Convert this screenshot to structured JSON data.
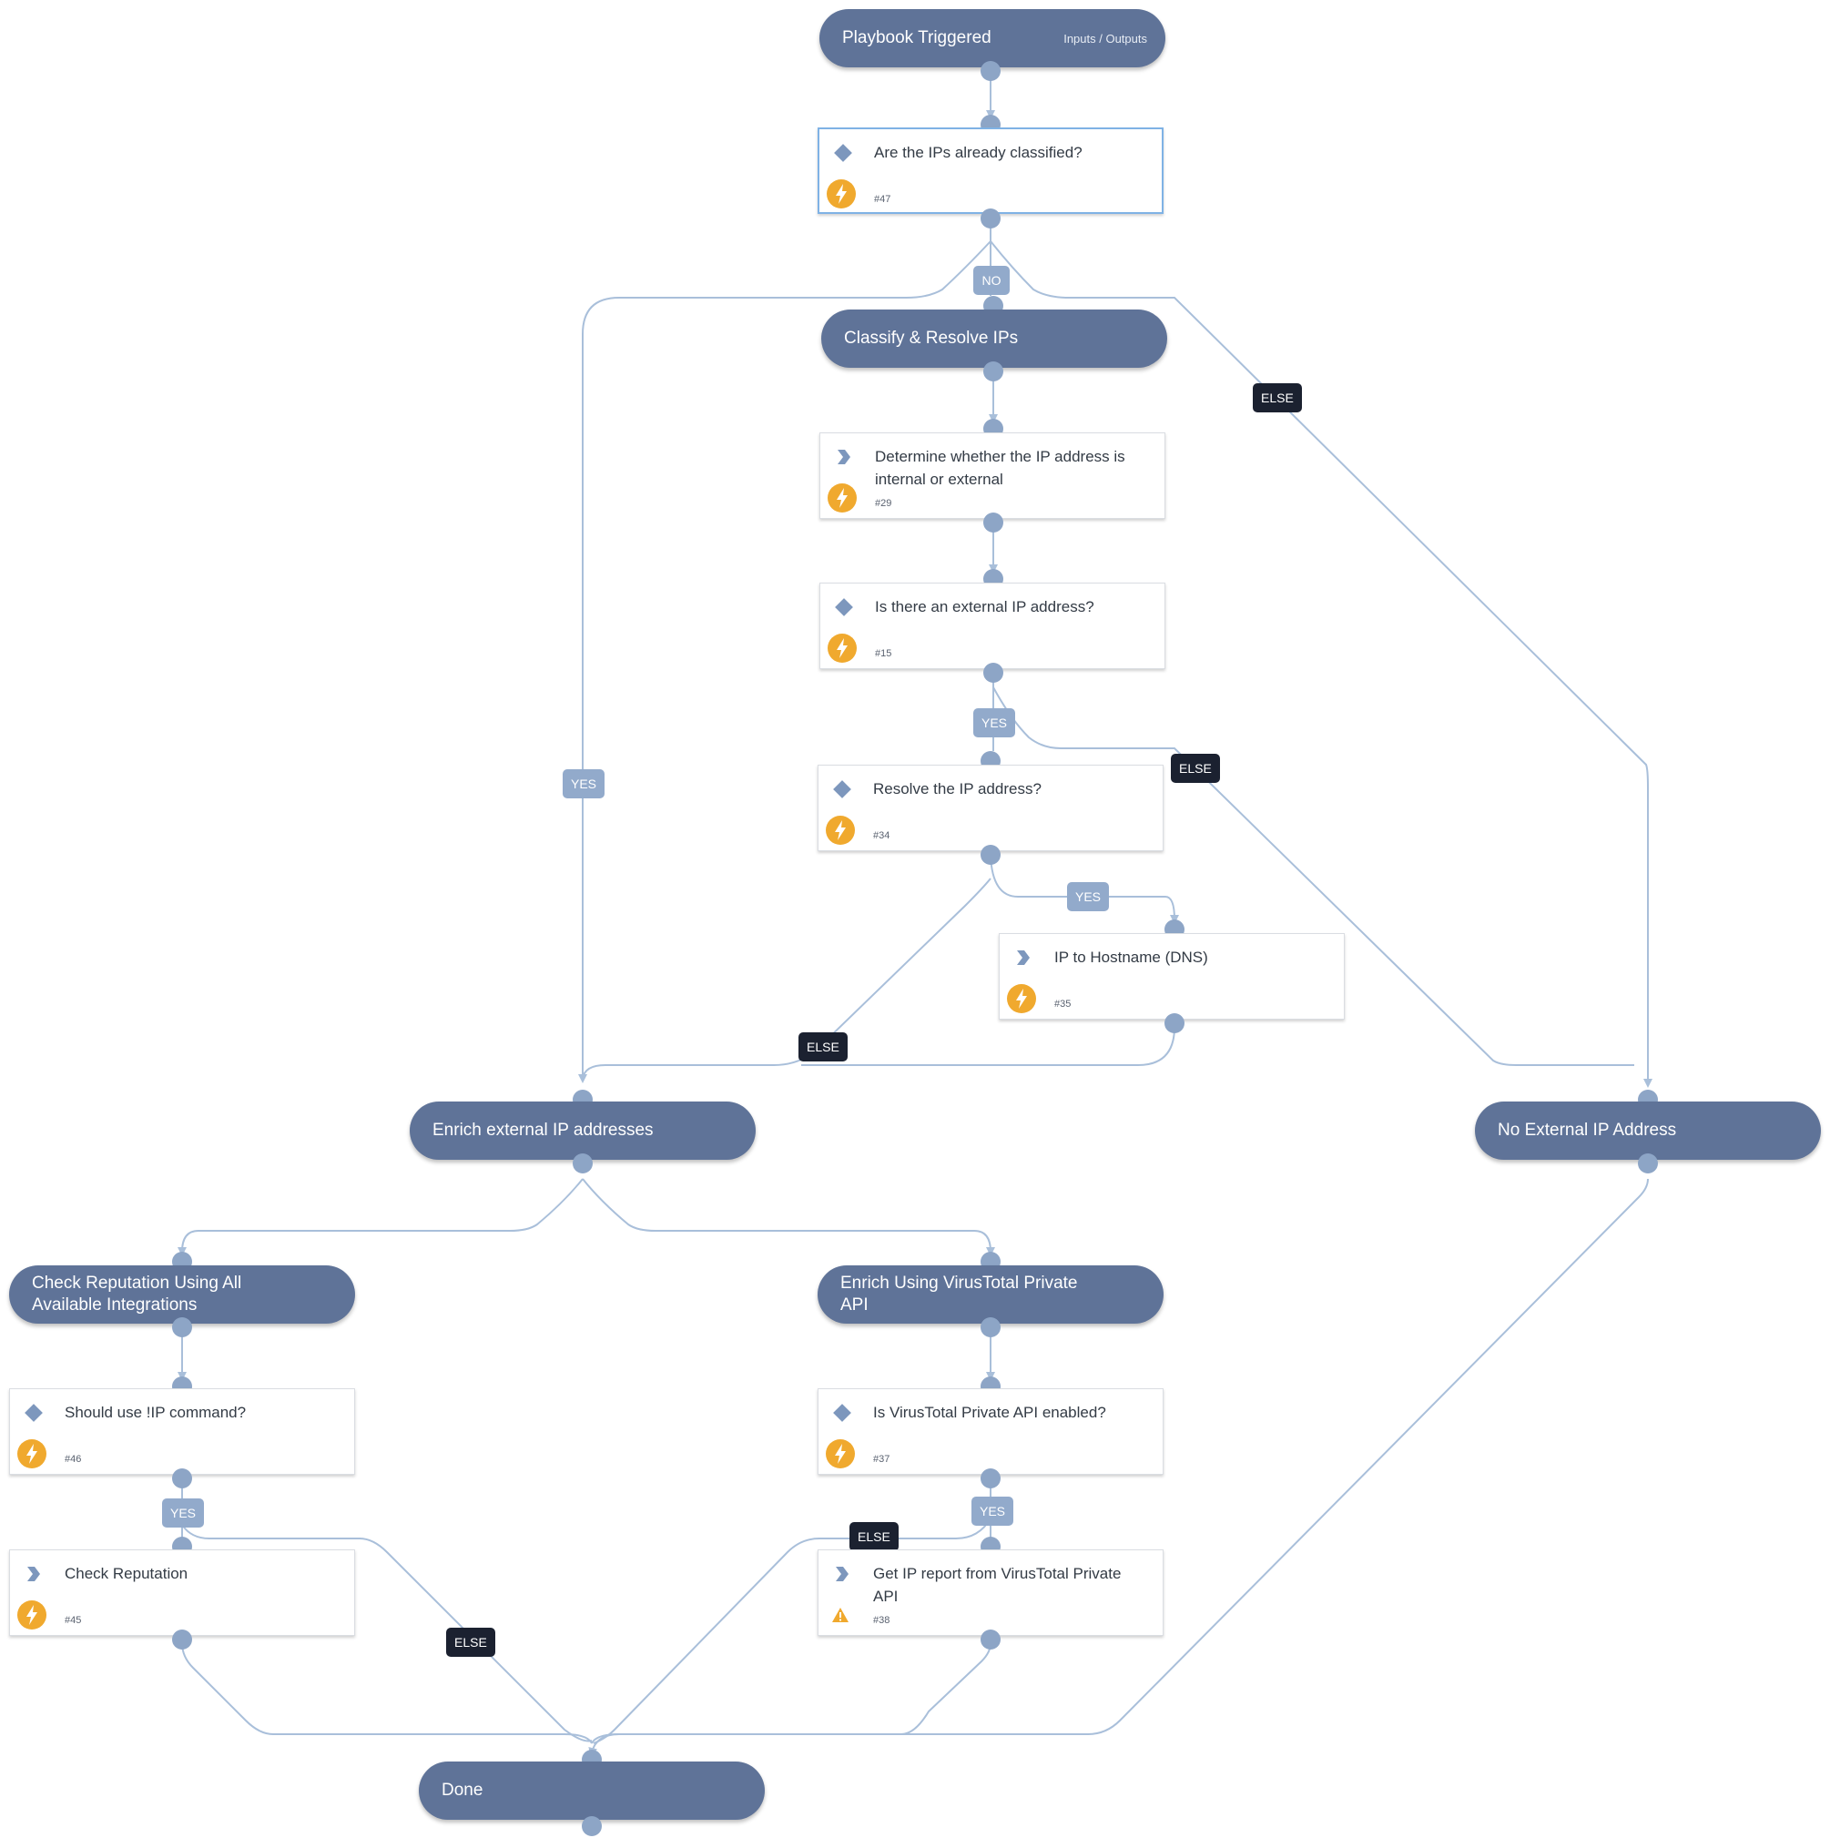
{
  "nodes": {
    "start": {
      "title": "Playbook Triggered",
      "io": "Inputs / Outputs"
    },
    "t47": {
      "title": "Are the IPs already classified?",
      "num": "#47",
      "type_icon": "diamond-icon",
      "badge_icon": "lightning-icon"
    },
    "classify": {
      "title": "Classify & Resolve IPs"
    },
    "t29": {
      "title": "Determine whether the IP address is internal or external",
      "num": "#29",
      "type_icon": "chevron-right-icon",
      "badge_icon": "lightning-icon"
    },
    "t15": {
      "title": "Is there an external IP address?",
      "num": "#15",
      "type_icon": "diamond-icon",
      "badge_icon": "lightning-icon"
    },
    "t34": {
      "title": "Resolve the IP address?",
      "num": "#34",
      "type_icon": "diamond-icon",
      "badge_icon": "lightning-icon"
    },
    "t35": {
      "title": "IP to Hostname (DNS)",
      "num": "#35",
      "type_icon": "chevron-right-icon",
      "badge_icon": "lightning-icon"
    },
    "enrich": {
      "title": "Enrich external IP addresses"
    },
    "noext": {
      "title": "No External IP Address"
    },
    "checkrep": {
      "title": "Check Reputation Using All Available Integrations"
    },
    "vtsec": {
      "title": "Enrich Using VirusTotal Private API"
    },
    "t46": {
      "title": "Should use !IP command?",
      "num": "#46",
      "type_icon": "diamond-icon",
      "badge_icon": "lightning-icon"
    },
    "t37": {
      "title": "Is VirusTotal Private API enabled?",
      "num": "#37",
      "type_icon": "diamond-icon",
      "badge_icon": "lightning-icon"
    },
    "t45": {
      "title": "Check Reputation",
      "num": "#45",
      "type_icon": "chevron-right-icon",
      "badge_icon": "lightning-icon"
    },
    "t38": {
      "title": "Get IP report from VirusTotal Private API",
      "num": "#38",
      "type_icon": "chevron-right-icon",
      "badge_icon": "warning-icon"
    },
    "done": {
      "title": "Done"
    }
  },
  "edge_labels": {
    "no_47": "NO",
    "else_47": "ELSE",
    "yes_47": "YES",
    "yes_15": "YES",
    "else_15": "ELSE",
    "yes_34": "YES",
    "else_34": "ELSE",
    "yes_46": "YES",
    "else_46": "ELSE",
    "yes_37": "YES",
    "else_37": "ELSE"
  },
  "colors": {
    "header_bg": "#5f7398",
    "port": "#8da5c6",
    "edge": "#a9bfda",
    "label_light": "#92aacb",
    "label_dark": "#1b2130",
    "lightning_badge": "#f0a92e",
    "selected_border": "#7fb2e5"
  }
}
